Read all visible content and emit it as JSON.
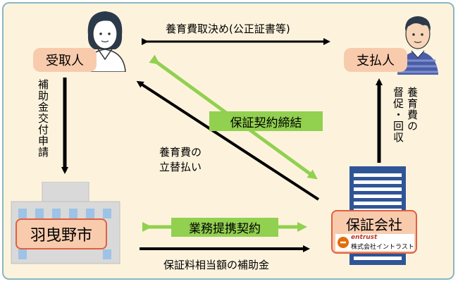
{
  "nodes": {
    "recipient": "受取人",
    "payer": "支払人",
    "city": "羽曳野市",
    "guarantor": "保証会社",
    "guarantor_logo": "entrust",
    "guarantor_subname": "株式会社イントラスト"
  },
  "edges": {
    "top": "養育費取決め(公正証書等)",
    "guarantee_contract": "保証契約締結",
    "advance_line1": "養育費の",
    "advance_line2": "立替払い",
    "subsidy_application": "補助金交付申請",
    "demand_collection_col1": "養育費の",
    "demand_collection_col2": "督促・回収",
    "partnership": "業務提携契約",
    "subsidy": "保証料相当額の補助金"
  },
  "colors": {
    "frame_bg": "#fdf3dd",
    "frame_border": "#8ab6c2",
    "label_bg": "#f8cbad",
    "green": "#92d050",
    "arrow_black": "#000000"
  }
}
